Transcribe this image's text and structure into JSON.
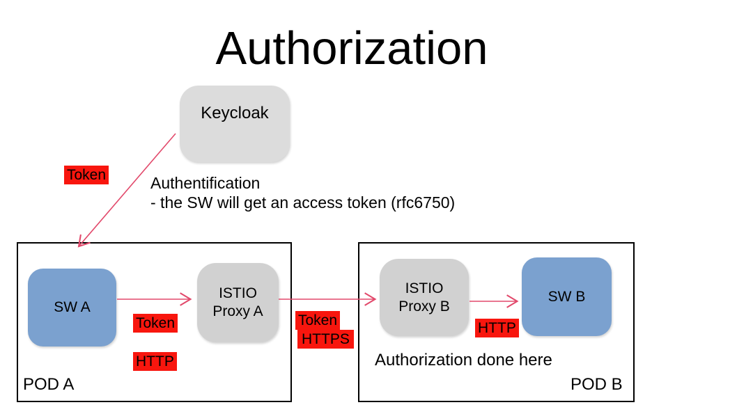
{
  "title": "Authorization",
  "colors": {
    "label-red": "#f8160e",
    "arrow-red": "#e2496b",
    "box-blue": "#7ba1cf",
    "box-gray": "#d1d1d1",
    "box-gray-light": "#dcdcdc"
  },
  "keycloak": {
    "label": "Keycloak"
  },
  "auth_note": {
    "line1": "Authentification",
    "line2": "- the SW will get an access token (rfc6750)"
  },
  "flow_labels": {
    "token_keycloak": "Token"
  },
  "pod_a": {
    "name": "POD A",
    "sw_label": "SW A",
    "proxy_line1": "ISTIO",
    "proxy_line2": "Proxy A",
    "token_label": "Token",
    "http_label": "HTTP"
  },
  "link_a_b": {
    "token_label": "Token",
    "https_label": "HTTPS"
  },
  "pod_b": {
    "name": "POD B",
    "sw_label": "SW B",
    "proxy_line1": "ISTIO",
    "proxy_line2": "Proxy B",
    "http_label": "HTTP",
    "note": "Authorization done here"
  }
}
